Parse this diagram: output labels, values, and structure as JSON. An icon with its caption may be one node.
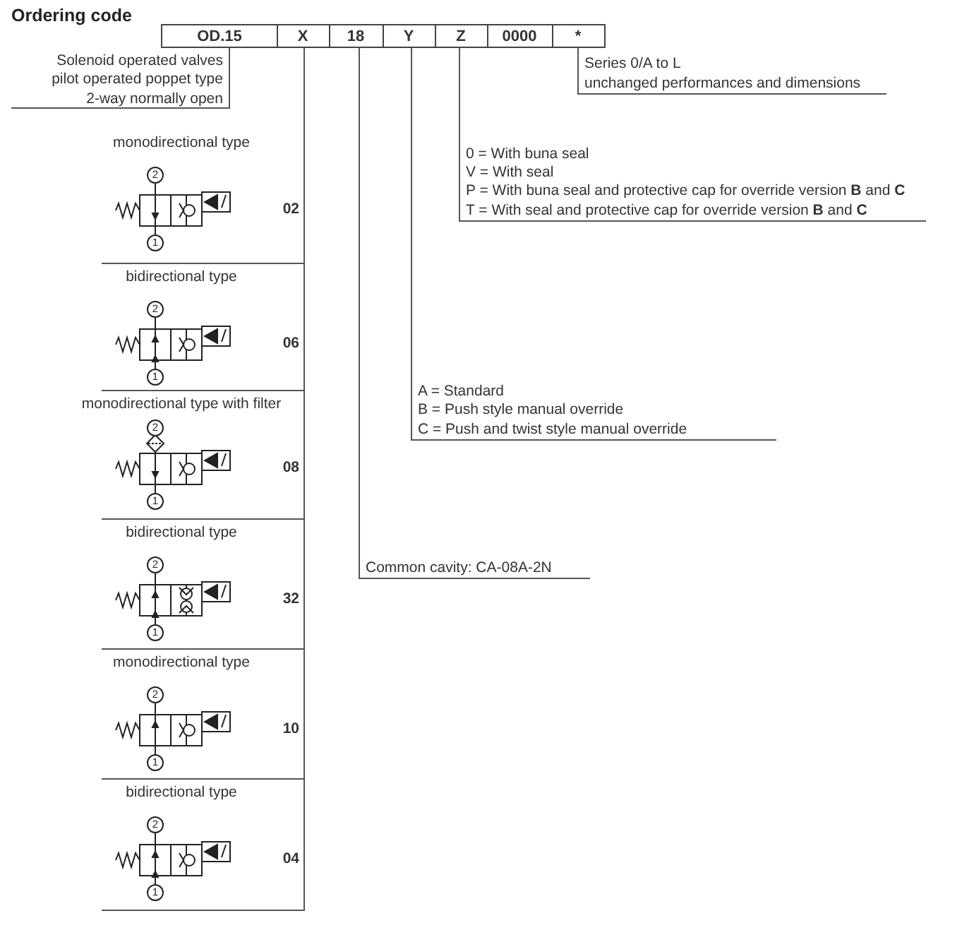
{
  "diagram": {
    "title": "Ordering code",
    "nodes": [
      {
        "text": [
          "OD.15"
        ]
      },
      {
        "text": [
          "X"
        ]
      },
      {
        "text": [
          "18"
        ]
      },
      {
        "text": [
          "Y"
        ]
      },
      {
        "text": [
          "Z"
        ]
      },
      {
        "text": [
          "0000"
        ]
      },
      {
        "text": [
          "*"
        ]
      },
      {
        "text": [
          "Solenoid operated valves",
          "pilot operated poppet type",
          "2-way normally open"
        ]
      },
      {
        "text": [
          "Series 0/A to L",
          "unchanged performances and dimensions"
        ]
      },
      {
        "text": [
          "0 = With buna seal",
          "V = With seal",
          "P = With buna seal and protective cap for override version **B** and **C**",
          "T = With seal and protective cap for override version **B** and **C**"
        ]
      },
      {
        "text": [
          "A = Standard",
          "B = Push style manual override",
          "C = Push and twist style manual override"
        ]
      },
      {
        "text": [
          "Common cavity: CA-08A-2N"
        ]
      },
      {
        "text": [
          "monodirectional type",
          "2",
          "1",
          "02"
        ]
      },
      {
        "text": [
          "bidirectional type",
          "2",
          "1",
          "06"
        ]
      },
      {
        "text": [
          "monodirectional type with filter",
          "2",
          "1",
          "08"
        ]
      },
      {
        "text": [
          "bidirectional type",
          "2",
          "1",
          "32"
        ]
      },
      {
        "text": [
          "monodirectional type",
          "2",
          "1",
          "10"
        ]
      },
      {
        "text": [
          "bidirectional type",
          "2",
          "1",
          "04"
        ]
      }
    ],
    "edges": [
      {
        "from": 0,
        "to": 7,
        "arrow": "none"
      },
      {
        "from": 6,
        "to": 8,
        "arrow": "none"
      },
      {
        "from": 4,
        "to": 9,
        "arrow": "none"
      },
      {
        "from": 3,
        "to": 10,
        "arrow": "none"
      },
      {
        "from": 2,
        "to": 11,
        "arrow": "none"
      },
      {
        "from": 1,
        "to": 12,
        "arrow": "none"
      },
      {
        "from": 1,
        "to": 13,
        "arrow": "none"
      },
      {
        "from": 1,
        "to": 14,
        "arrow": "none"
      },
      {
        "from": 1,
        "to": 15,
        "arrow": "none"
      },
      {
        "from": 1,
        "to": 16,
        "arrow": "none"
      },
      {
        "from": 1,
        "to": 17,
        "arrow": "none"
      }
    ]
  }
}
